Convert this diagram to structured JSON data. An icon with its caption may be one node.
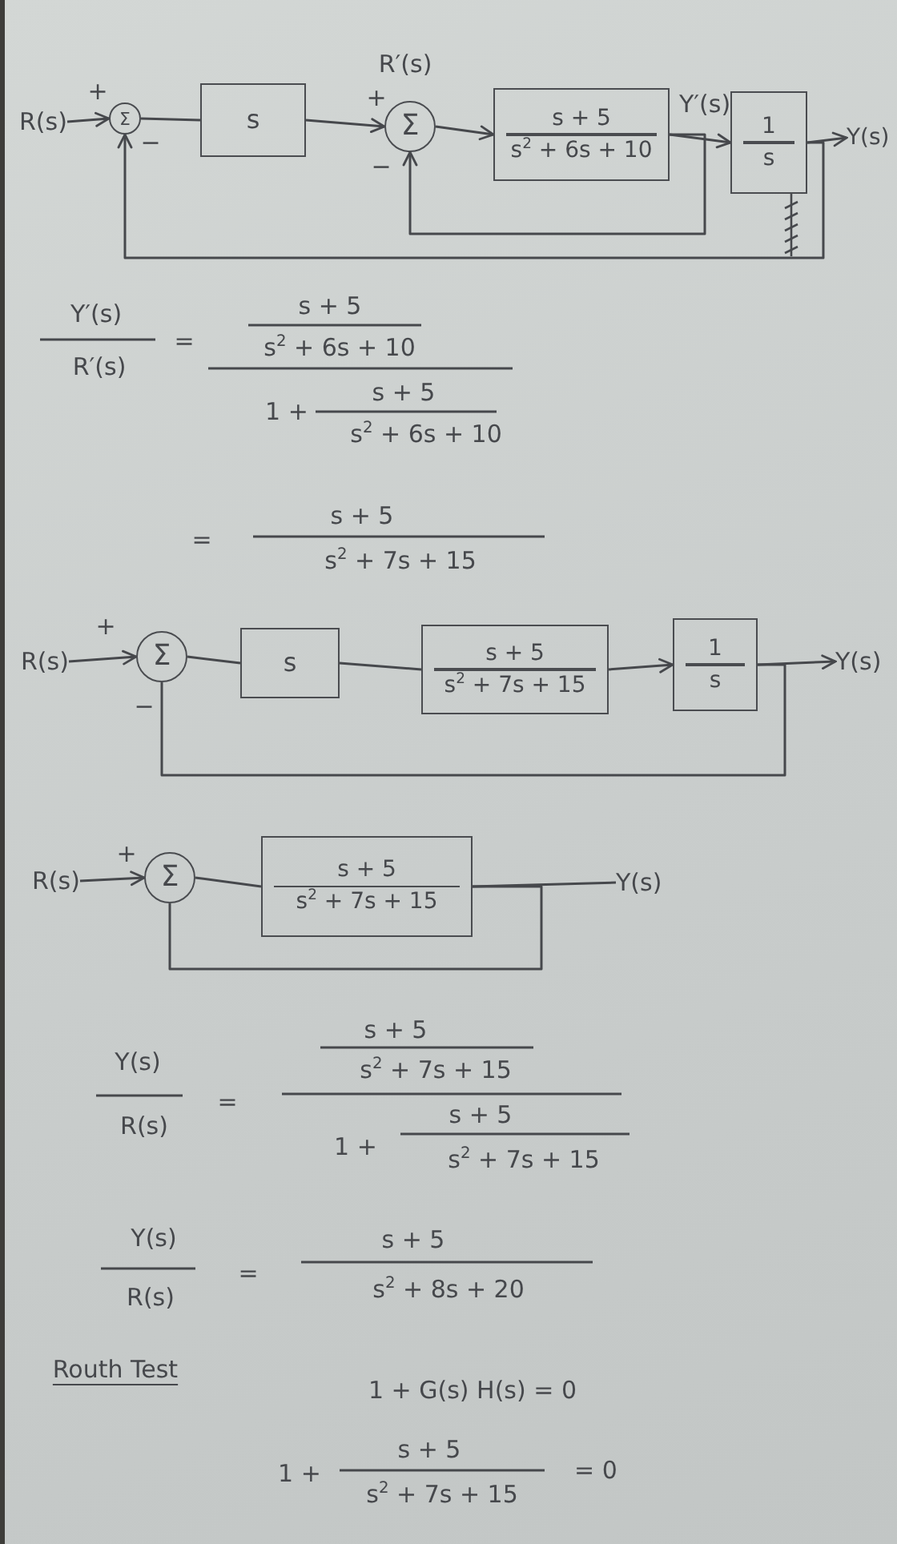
{
  "diagram": {
    "nodes": [
      {
        "text": [
          "R(s)"
        ]
      },
      {
        "text": [
          "Σ"
        ],
        "beside": [
          "+",
          "−"
        ]
      },
      {
        "text": [
          "s"
        ]
      },
      {
        "text": [
          "Σ"
        ],
        "beside": [
          "+",
          "−"
        ]
      },
      {
        "text": [
          "s + 5",
          "s$^{2}$ + 6s + 10"
        ]
      },
      {
        "text": [
          "1",
          "s"
        ]
      },
      {
        "text": [
          "Y(s)"
        ]
      },
      {
        "text": [
          "R(s)"
        ]
      },
      {
        "text": [
          "Σ"
        ],
        "beside": [
          "+",
          "−"
        ]
      },
      {
        "text": [
          "s"
        ]
      },
      {
        "text": [
          "s + 5",
          "s$^{2}$ + 7s + 15"
        ]
      },
      {
        "text": [
          "1",
          "s"
        ]
      },
      {
        "text": [
          "Y(s)"
        ]
      },
      {
        "text": [
          "R(s)"
        ]
      },
      {
        "text": [
          "Σ"
        ],
        "beside": [
          "+"
        ]
      },
      {
        "text": [
          "s + 5",
          "s$^{2}$ + 7s + 15"
        ]
      },
      {
        "text": [
          "Y(s)"
        ]
      }
    ],
    "edges": [
      {
        "from": 0,
        "to": 1,
        "arrow": "to"
      },
      {
        "from": 1,
        "to": 2,
        "arrow": "none"
      },
      {
        "from": 2,
        "to": 3,
        "arrow": "to"
      },
      {
        "from": 3,
        "to": 4,
        "arrow": "to"
      },
      {
        "from": 4,
        "to": 5,
        "arrow": "to"
      },
      {
        "from": 5,
        "to": 6,
        "arrow": "to"
      },
      {
        "from": 4,
        "to": 3,
        "arrow": "to"
      },
      {
        "from": 5,
        "to": 1,
        "arrow": "to"
      },
      {
        "from": 7,
        "to": 8,
        "arrow": "to"
      },
      {
        "from": 8,
        "to": 9,
        "arrow": "none"
      },
      {
        "from": 9,
        "to": 10,
        "arrow": "none"
      },
      {
        "from": 10,
        "to": 11,
        "arrow": "to"
      },
      {
        "from": 11,
        "to": 12,
        "arrow": "to"
      },
      {
        "from": 11,
        "to": 8,
        "arrow": "none"
      },
      {
        "from": 13,
        "to": 14,
        "arrow": "to"
      },
      {
        "from": 14,
        "to": 15,
        "arrow": "none"
      },
      {
        "from": 15,
        "to": 16,
        "arrow": "none"
      },
      {
        "from": 15,
        "to": 14,
        "arrow": "none"
      }
    ],
    "labels": [
      "R′(s)",
      "Y′(s)",
      "Y′(s)",
      "R′(s)",
      "=",
      "s + 5",
      "s$^{2}$ + 6s + 10",
      "1 +",
      "s + 5",
      "s$^{2}$ + 6s + 10",
      "=",
      "s + 5",
      "s$^{2}$ + 7s + 15",
      "Y(s)",
      "R(s)",
      "=",
      "s + 5",
      "s$^{2}$ + 7s + 15",
      "1 +",
      "s + 5",
      "s$^{2}$ + 7s + 15",
      "Y(s)",
      "R(s)",
      "=",
      "s + 5",
      "s$^{2}$ + 8s + 20",
      "Routh Test",
      "1 + G(s) H(s) = 0",
      "1 +",
      "s + 5",
      "s$^{2}$ + 7s + 15",
      "= 0"
    ]
  }
}
